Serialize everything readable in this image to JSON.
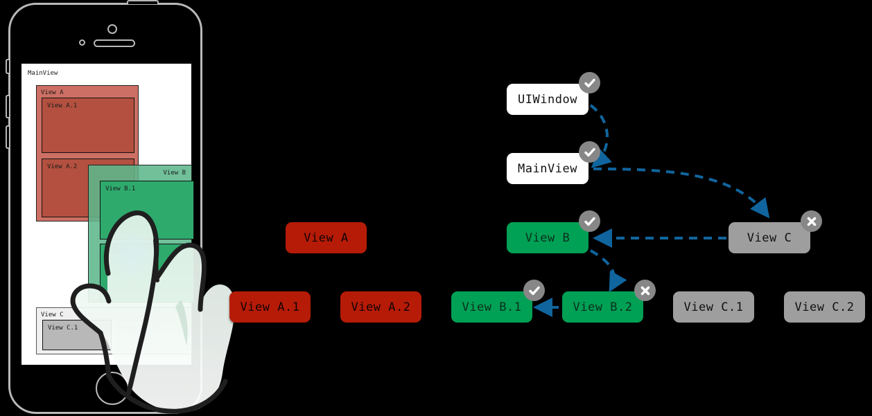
{
  "device": {
    "name": "iphone-mockup",
    "screen_title": "MainView",
    "screen_views": [
      {
        "id": "view-a",
        "label": "View A",
        "color": "#cd6f64"
      },
      {
        "id": "view-a1",
        "label": "View A.1",
        "color": "#b3503f"
      },
      {
        "id": "view-a2",
        "label": "View A.2",
        "color": "#b3503f"
      },
      {
        "id": "view-b",
        "label": "View B",
        "color": "#5db78c"
      },
      {
        "id": "view-b1",
        "label": "View B.1",
        "color": "#2faa6d"
      },
      {
        "id": "view-b2",
        "label": "View B.2",
        "color": "#2faa6d"
      },
      {
        "id": "view-c",
        "label": "View C",
        "color": "#f0f0f0"
      },
      {
        "id": "view-c1",
        "label": "View C.1",
        "color": "#b8b8b8"
      },
      {
        "id": "view-c2",
        "label": "View C.2",
        "color": "#efefef"
      }
    ],
    "touch_indicator": "blue-glow"
  },
  "graph": {
    "colors": {
      "hit": "#00a055",
      "miss_red": "#b61b07",
      "miss_gray": "#9e9e9e",
      "neutral": "#ffffff",
      "arrow": "#10659e",
      "badge_bg": "#878787"
    },
    "nodes": [
      {
        "id": "uiwindow",
        "label": "UIWindow",
        "style": "white",
        "badge": "check"
      },
      {
        "id": "mainview",
        "label": "MainView",
        "style": "white",
        "badge": "check"
      },
      {
        "id": "view-a",
        "label": "View A",
        "style": "red",
        "badge": "none"
      },
      {
        "id": "view-b",
        "label": "View B",
        "style": "green",
        "badge": "check"
      },
      {
        "id": "view-c",
        "label": "View C",
        "style": "gray",
        "badge": "cross"
      },
      {
        "id": "view-a1",
        "label": "View A.1",
        "style": "red",
        "badge": "none"
      },
      {
        "id": "view-a2",
        "label": "View A.2",
        "style": "red",
        "badge": "none"
      },
      {
        "id": "view-b1",
        "label": "View B.1",
        "style": "green",
        "badge": "check"
      },
      {
        "id": "view-b2",
        "label": "View B.2",
        "style": "green",
        "badge": "cross"
      },
      {
        "id": "view-c1",
        "label": "View C.1",
        "style": "gray",
        "badge": "none"
      },
      {
        "id": "view-c2",
        "label": "View C.2",
        "style": "gray",
        "badge": "none"
      }
    ],
    "edges": [
      {
        "from": "uiwindow",
        "to": "mainview",
        "style": "dashed"
      },
      {
        "from": "mainview",
        "to": "view-c",
        "style": "dashed"
      },
      {
        "from": "view-c",
        "to": "mainview",
        "style": "dashed"
      },
      {
        "from": "view-c",
        "to": "view-b",
        "style": "dashed"
      },
      {
        "from": "view-b",
        "to": "view-b2",
        "style": "dashed"
      },
      {
        "from": "view-b2",
        "to": "view-b1",
        "style": "dashed"
      }
    ],
    "badge_glyphs": {
      "check": "checkmark-icon",
      "cross": "cross-icon"
    }
  }
}
